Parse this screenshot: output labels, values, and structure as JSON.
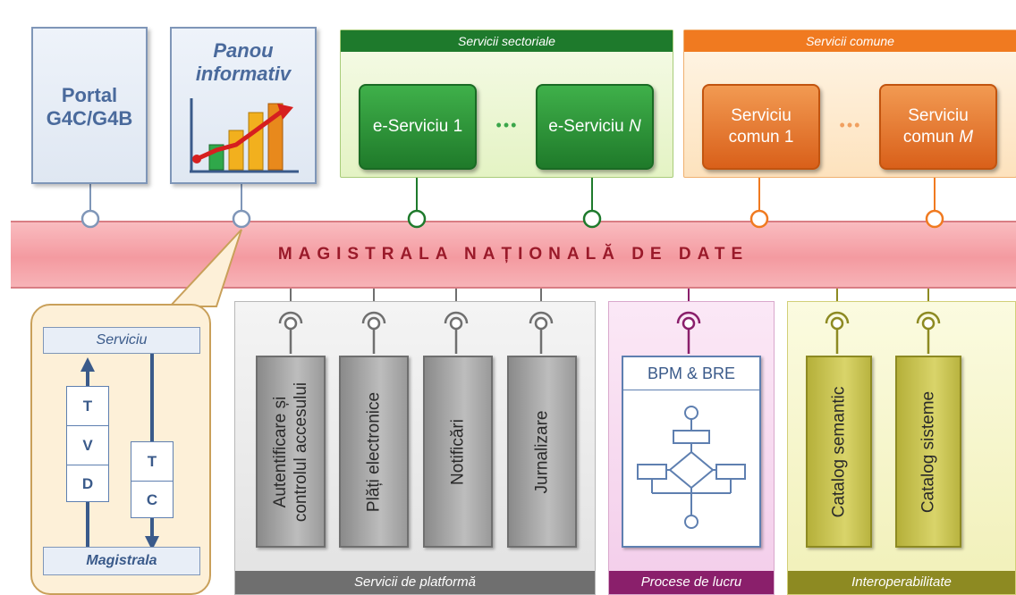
{
  "portal": {
    "line1": "Portal",
    "line2": "G4C/G4B"
  },
  "panou": {
    "line1": "Panou",
    "line2": "informativ"
  },
  "sectoriale": {
    "title": "Servicii sectoriale",
    "service1": "e-Serviciu 1",
    "serviceN_prefix": "e-Serviciu ",
    "serviceN_suffix": "N",
    "dots": "•••"
  },
  "comune": {
    "title": "Servicii comune",
    "service1_line1": "Serviciu",
    "service1_line2": "comun 1",
    "serviceM_line1": "Serviciu",
    "serviceM_line2_prefix": "comun ",
    "serviceM_line2_suffix": "M",
    "dots": "•••"
  },
  "bus": {
    "label": "MAGISTRALA NAȚIONALĂ DE DATE"
  },
  "detail": {
    "serviciu": "Serviciu",
    "magistrala": "Magistrala",
    "left_letters": [
      "T",
      "V",
      "D"
    ],
    "right_letters": [
      "T",
      "C"
    ]
  },
  "platforma": {
    "title": "Servicii de platformă",
    "columns": [
      {
        "line1": "Autentificare și",
        "line2": "controlul accesului"
      },
      {
        "line1": "Plăți electronice",
        "line2": ""
      },
      {
        "line1": "Notificări",
        "line2": ""
      },
      {
        "line1": "Jurnalizare",
        "line2": ""
      }
    ]
  },
  "procese": {
    "title": "Procese de lucru",
    "box_title": "BPM & BRE"
  },
  "interop": {
    "title": "Interoperabilitate",
    "columns": [
      "Catalog semantic",
      "Catalog sisteme"
    ]
  },
  "colors": {
    "bus": "#f4a3a8",
    "green": "#1e7a2c",
    "orange": "#f07a20",
    "gray": "#6f6f6f",
    "purple": "#8a1f6b",
    "olive": "#8d8a22",
    "blue": "#4a6a9c"
  }
}
